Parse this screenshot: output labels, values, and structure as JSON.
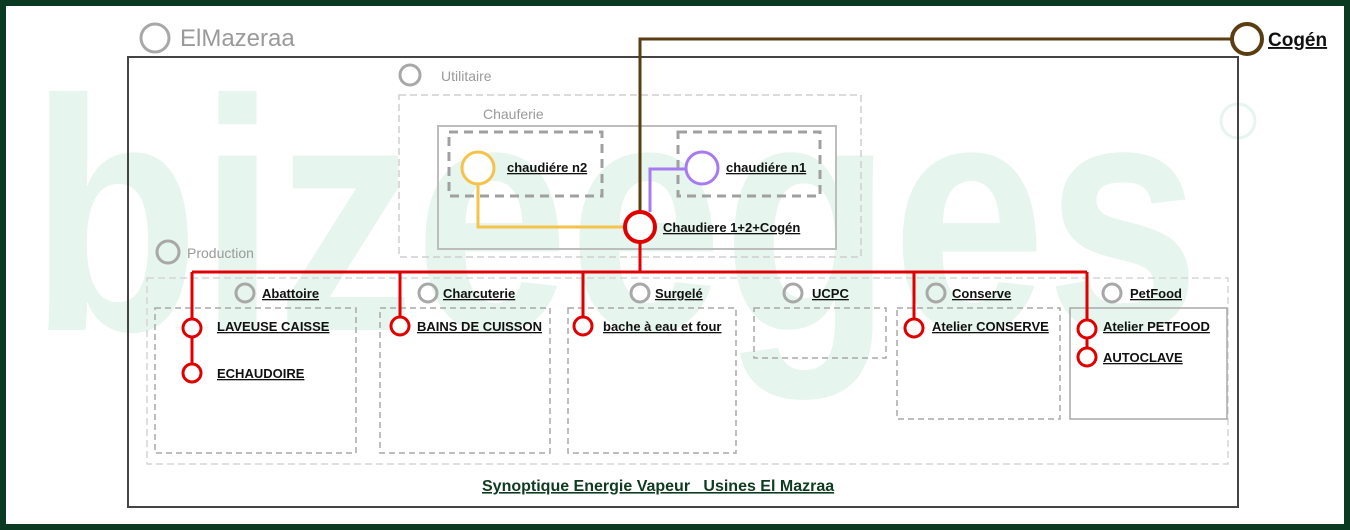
{
  "site": {
    "title": "ElMazeraa",
    "footer": "Synoptique Energie Vapeur _Usines El Mazraa"
  },
  "watermark": "bizeeges",
  "groups": {
    "utilitaire": "Utilitaire",
    "chauferie": "Chauferie",
    "production": "Production"
  },
  "boilers": {
    "n2": "chaudiére n2",
    "n1": "chaudiére n1",
    "main": "Chaudiere 1+2+Cogén",
    "cogen": "Cogén"
  },
  "departments": [
    {
      "name": "Abattoire",
      "items": [
        "LAVEUSE CAISSE",
        "ECHAUDOIRE"
      ]
    },
    {
      "name": "Charcuterie",
      "items": [
        "BAINS DE CUISSON"
      ]
    },
    {
      "name": "Surgelé",
      "items": [
        "bache à eau et four"
      ]
    },
    {
      "name": "UCPC",
      "items": []
    },
    {
      "name": "Conserve",
      "items": [
        "Atelier CONSERVE"
      ]
    },
    {
      "name": "PetFood",
      "items": [
        "Atelier PETFOOD",
        "AUTOCLAVE"
      ]
    }
  ],
  "colors": {
    "steam": "#e00000",
    "cogen_line": "#5a3e12",
    "n2": "#f5c24a",
    "n1": "#a77bf0",
    "frame": "#0b3a22",
    "watermark": "#e6f5ee"
  }
}
